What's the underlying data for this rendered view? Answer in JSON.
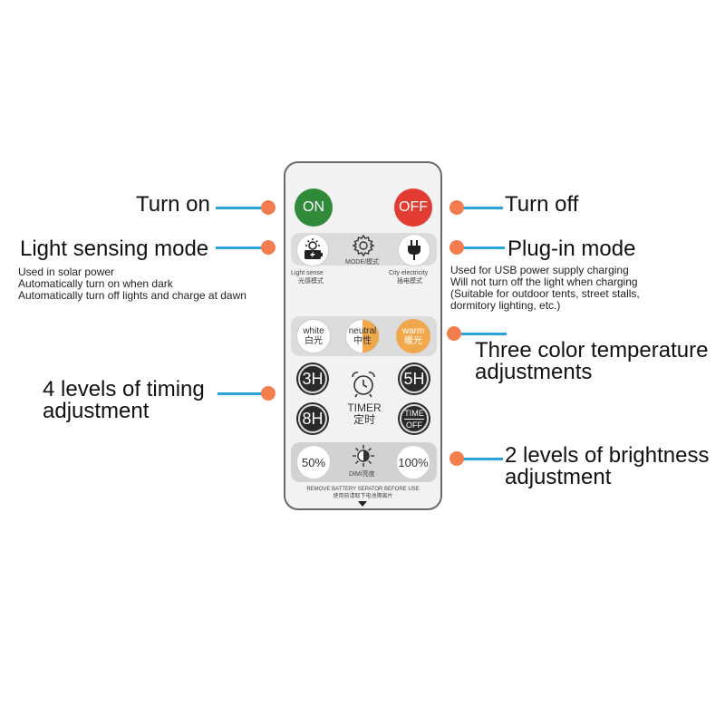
{
  "callouts": {
    "turn_on": "Turn on",
    "turn_off": "Turn off",
    "light_sensing": "Light sensing mode",
    "light_sensing_notes": [
      "Used in solar power",
      "Automatically turn on when dark",
      "Automatically turn off lights and charge at dawn"
    ],
    "plug_in": "Plug-in mode",
    "plug_in_notes": [
      "Used for USB power supply charging",
      "Will not turn off the light when charging",
      "(Suitable for outdoor tents, street stalls,",
      "dormitory lighting, etc.)"
    ],
    "color_temp": [
      "Three color temperature",
      "adjustments"
    ],
    "timing": [
      "4 levels of timing",
      "adjustment"
    ],
    "brightness": [
      "2 levels of brightness",
      "adjustment"
    ]
  },
  "remote": {
    "on": "ON",
    "off": "OFF",
    "mode_label": "MODE/模式",
    "light_sense_en": "Light sense",
    "light_sense_cn": "光感模式",
    "city_en": "City electricity",
    "city_cn": "插电模式",
    "white_en": "white",
    "white_cn": "白光",
    "neutral_en": "neutral",
    "neutral_cn": "中性",
    "warm_en": "warm",
    "warm_cn": "暖光",
    "t3": "3H",
    "t5": "5H",
    "t8": "8H",
    "time_label": "TIME",
    "time_off": "OFF",
    "timer_en": "TIMER",
    "timer_cn": "定时",
    "b50": "50%",
    "b100": "100%",
    "dim_label": "DIM/亮度",
    "footer_en": "REMOVE BATTERY SEPATOR BEFORE USE",
    "footer_cn": "使用前请取下电池隔离片"
  },
  "colors": {
    "leader": "#2aa3dc",
    "dot": "#f47d4f",
    "on": "#2f8b3a",
    "off": "#e23b32",
    "warm": "#f0a84b"
  },
  "icons": [
    "battery-sun-icon",
    "gear-icon",
    "plug-icon",
    "alarm-clock-icon",
    "sun-dim-icon",
    "arrow-down-icon"
  ]
}
